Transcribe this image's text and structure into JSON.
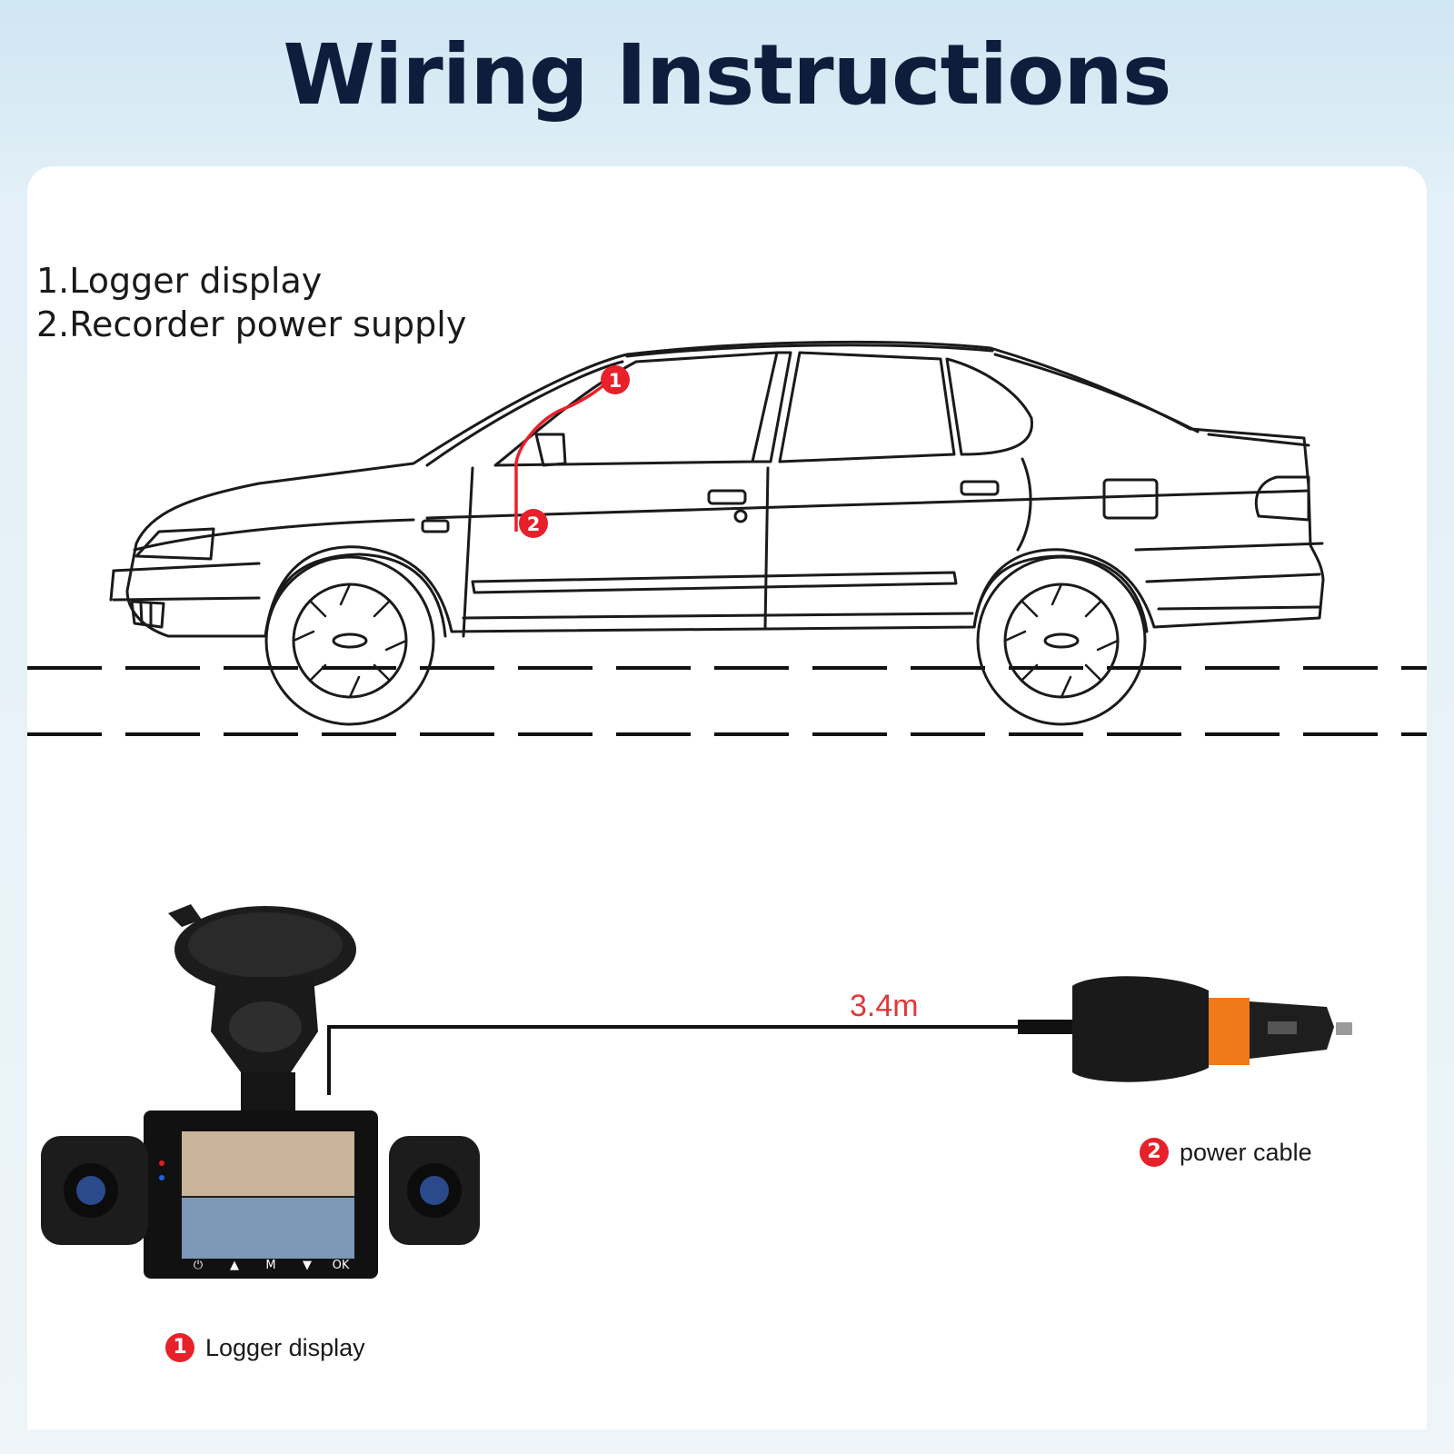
{
  "title": "Wiring Instructions",
  "legend": {
    "item1": "1.Logger display",
    "item2": "2.Recorder power supply"
  },
  "markers": {
    "m1": "1",
    "m2": "2"
  },
  "cable_length": "3.4m",
  "captions": {
    "power_cable": "power cable",
    "logger_display": "Logger display"
  },
  "screen_buttons": [
    "⏻",
    "▲",
    "M",
    "▼",
    "OK"
  ],
  "colors": {
    "title": "#0f1d3d",
    "accent_red": "#e8202a",
    "cable_length": "#e03a3a",
    "orange_band": "#f07a1a"
  }
}
